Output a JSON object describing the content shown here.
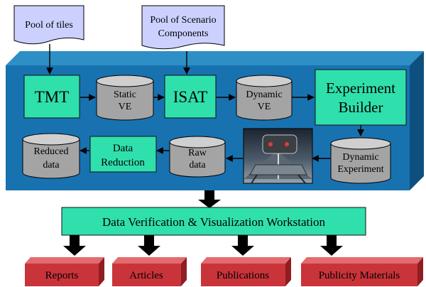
{
  "colors": {
    "platform_top": "#2e8fc6",
    "platform_front": "#1872b0",
    "platform_side": "#0d4f7e",
    "green_box": "#2fe0ad",
    "cylinder": "#a4a4a4",
    "cylinder_top": "#cfcfcf",
    "doc_fill": "#ccd0ff",
    "red_front": "#c8343a",
    "red_top": "#e36a6d",
    "red_side": "#8f1d22",
    "arrow": "#000000"
  },
  "inputs": {
    "tiles": {
      "label": "Pool of tiles"
    },
    "scenario": {
      "line1": "Pool of Scenario",
      "line2": "Components"
    }
  },
  "nodes": {
    "tmt": {
      "label": "TMT"
    },
    "static_ve": {
      "line1": "Static",
      "line2": "VE"
    },
    "isat": {
      "label": "ISAT"
    },
    "dynamic_ve": {
      "line1": "Dynamic",
      "line2": "VE"
    },
    "experiment_builder": {
      "line1": "Experiment",
      "line2": "Builder"
    },
    "dynamic_experiment": {
      "line1": "Dynamic",
      "line2": "Experiment"
    },
    "raw_data": {
      "line1": "Raw",
      "line2": "data"
    },
    "data_reduction": {
      "line1": "Data",
      "line2": "Reduction"
    },
    "reduced_data": {
      "line1": "Reduced",
      "line2": "data"
    }
  },
  "workstation": {
    "label": "Data Verification & Visualization Workstation"
  },
  "outputs": {
    "reports": "Reports",
    "articles": "Articles",
    "publications": "Publications",
    "publicity": "Publicity Materials"
  }
}
